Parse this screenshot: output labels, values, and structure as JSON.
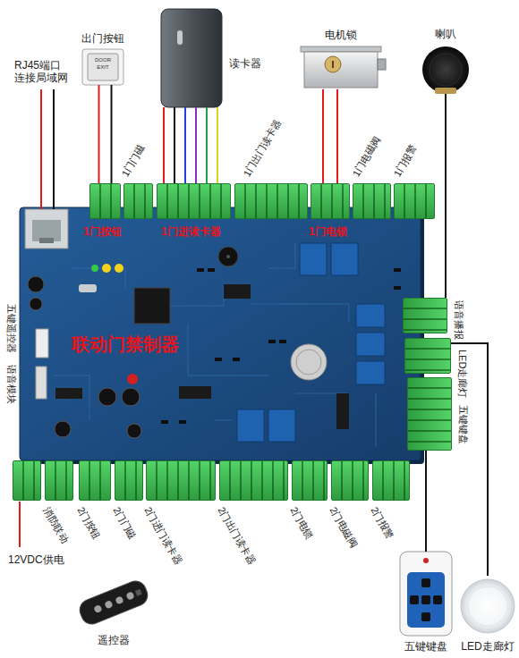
{
  "diagram": {
    "nodes": [
      {
        "text": [
          "出门按钮"
        ]
      },
      {
        "text": [
          "读卡器"
        ]
      },
      {
        "text": [
          "电机锁"
        ]
      },
      {
        "text": [
          "喇叭"
        ]
      },
      {
        "text": [
          "联动门禁制器"
        ]
      },
      {
        "text": [
          "1门按钮"
        ],
        "in": 4
      },
      {
        "text": [
          "1门门磁"
        ],
        "in": 4
      },
      {
        "text": [
          "1门进读卡器"
        ],
        "in": 4
      },
      {
        "text": [
          "1门出门读卡器"
        ],
        "in": 4
      },
      {
        "text": [
          "1门电锁"
        ],
        "in": 4
      },
      {
        "text": [
          "1门电磁阀"
        ],
        "in": 4
      },
      {
        "text": [
          "1门报警"
        ],
        "in": 4
      },
      {
        "text": [
          "语音播报"
        ],
        "in": 4
      },
      {
        "text": [
          "LED走廊灯"
        ],
        "in": 4
      },
      {
        "text": [
          "五键键盘"
        ],
        "in": 4
      },
      {
        "text": [
          "12VDC供电"
        ],
        "in": 4
      },
      {
        "text": [
          "消防联动"
        ],
        "in": 4
      },
      {
        "text": [
          "2门按钮"
        ],
        "in": 4
      },
      {
        "text": [
          "2门门磁"
        ],
        "in": 4
      },
      {
        "text": [
          "2门进门读卡器"
        ],
        "in": 4
      },
      {
        "text": [
          "2门出门读卡器"
        ],
        "in": 4
      },
      {
        "text": [
          "2门电锁"
        ],
        "in": 4
      },
      {
        "text": [
          "2门电磁阀"
        ],
        "in": 4
      },
      {
        "text": [
          "2门报警"
        ],
        "in": 4
      },
      {
        "text": [
          "遥控器"
        ]
      },
      {
        "text": [
          "五键键盘"
        ]
      },
      {
        "text": [
          "LED走廊灯"
        ]
      }
    ],
    "edges": [
      {
        "from": 0,
        "to": 5,
        "arrow": "none"
      },
      {
        "from": 1,
        "to": 7,
        "arrow": "none"
      },
      {
        "from": 2,
        "to": 9,
        "arrow": "none"
      },
      {
        "from": 3,
        "to": 12,
        "arrow": "none"
      },
      {
        "from": 25,
        "to": 14,
        "arrow": "none"
      },
      {
        "from": 26,
        "to": 13,
        "arrow": "none"
      }
    ],
    "labels": [
      "RJ45端口 连接局域网",
      "DOOR EXIT",
      "五键遥控器",
      "语音模块"
    ]
  }
}
